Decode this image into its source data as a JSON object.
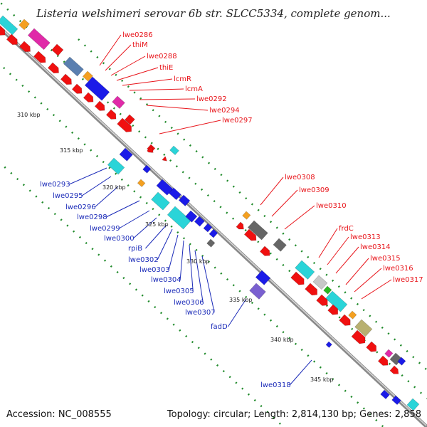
{
  "title": "Listeria welshimeri serovar 6b str. SLCC5334, complete genom...",
  "accession": "Accession: NC_008555",
  "topology": "Topology: circular; Length: 2,814,130 bp; Genes: 2,858",
  "kbp_labels": [
    "310 kbp",
    "315 kbp",
    "320 kbp",
    "325 kbp",
    "330 kbp",
    "335 kbp",
    "340 kbp",
    "345 kbp"
  ],
  "forward_strand_labels": [
    "lwe0286",
    "thiM",
    "lwe0288",
    "thiE",
    "lcmR",
    "lcmA",
    "lwe0292",
    "lwe0294",
    "lwe0297",
    "lwe0308",
    "lwe0309",
    "lwe0310",
    "frdC",
    "lwe0313",
    "lwe0314",
    "lwe0315",
    "lwe0316",
    "lwe0317"
  ],
  "reverse_strand_labels": [
    "lwe0293",
    "lwe0295",
    "lwe0296",
    "lwe0298",
    "lwe0299",
    "lwe0300",
    "rpiB",
    "lwe0302",
    "lwe0303",
    "lwe0304",
    "lwe0305",
    "lwe0306",
    "lwe0307",
    "fadD",
    "lwe0318"
  ],
  "colors": {
    "forward_label": "#e8141a",
    "reverse_label": "#1a2ab8",
    "tick": "#1f8a2a",
    "backbone": "#888888",
    "red": "#f01010",
    "cyan": "#2ad4d8",
    "blue": "#1b1be8",
    "magenta": "#e02aa8",
    "orange": "#f4a020",
    "grey": "#666666",
    "lightgrey": "#c8c8c8",
    "steel": "#5a7fb0",
    "olive": "#b8b070",
    "purple": "#7a60d0"
  }
}
